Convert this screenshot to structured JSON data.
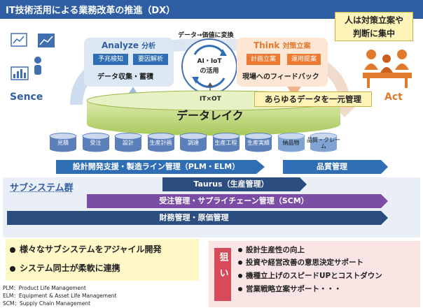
{
  "header": {
    "title": "IT技術活用による業務改革の推進（DX）"
  },
  "cycle": {
    "left_label": "Sence",
    "right_label": "Act",
    "callout_top_right": [
      "人は対策立案や",
      "判断に集中"
    ]
  },
  "analyze": {
    "title": "Analyze",
    "title_jp": "分析",
    "tags": [
      "予兆検知",
      "要因解析"
    ],
    "caption": "データ収集・蓄積"
  },
  "center": {
    "top_label": "データ→価値に変換",
    "circle_line1": "AI・IoT",
    "circle_line2": "の活用"
  },
  "think": {
    "title": "Think",
    "title_jp": "対策立案",
    "tags": [
      "計画立案",
      "運用提案"
    ],
    "caption": "現場へのフィードバック"
  },
  "lake": {
    "top_label": "IT×OT",
    "label": "データレイク",
    "callout": "あらゆるデータを一元管理"
  },
  "databases": [
    "見積",
    "受注",
    "設計",
    "生産計画",
    "調達",
    "生産工程",
    "生産実績",
    "納品物",
    "品質・クレーム"
  ],
  "management_bars": {
    "plm_elm": "設計開発支援・製造ライン管理（PLM・ELM）",
    "quality": "品質管理"
  },
  "subsystems": {
    "heading": "サブシステム群",
    "taurus": "Taurus（生産管理）",
    "scm": "受注管理・サプライチェーン管理（SCM）",
    "finance": "財務管理・原価管理"
  },
  "key_points": [
    "様々なサブシステムをアジャイル開発",
    "システム同士が柔軟に連携"
  ],
  "aims": {
    "label": "狙い",
    "items": [
      "設計生産性の向上",
      "投資や経営改善の意思決定サポート",
      "機種立上げのスピードUPとコストダウン",
      "営業戦略立案サポート・・・"
    ]
  },
  "abbreviations": [
    "PLM：Product Life Management",
    "ELM：Equipment & Asset Life Management",
    "SCM：Supply Chain Management"
  ],
  "colors": {
    "title_bar": "#2f5fa2",
    "analyze_pill": "#2f6db5",
    "think_pill": "#ec7a32",
    "lake_green": "#b9d46a",
    "db_blue": "#5b7fb9",
    "db_blue_light": "#7fa3d3",
    "bar_blue": "#2f6db5",
    "bar_navy": "#2c4d80",
    "bar_purple": "#7a4ca3",
    "aim_red": "#d64a5a"
  }
}
